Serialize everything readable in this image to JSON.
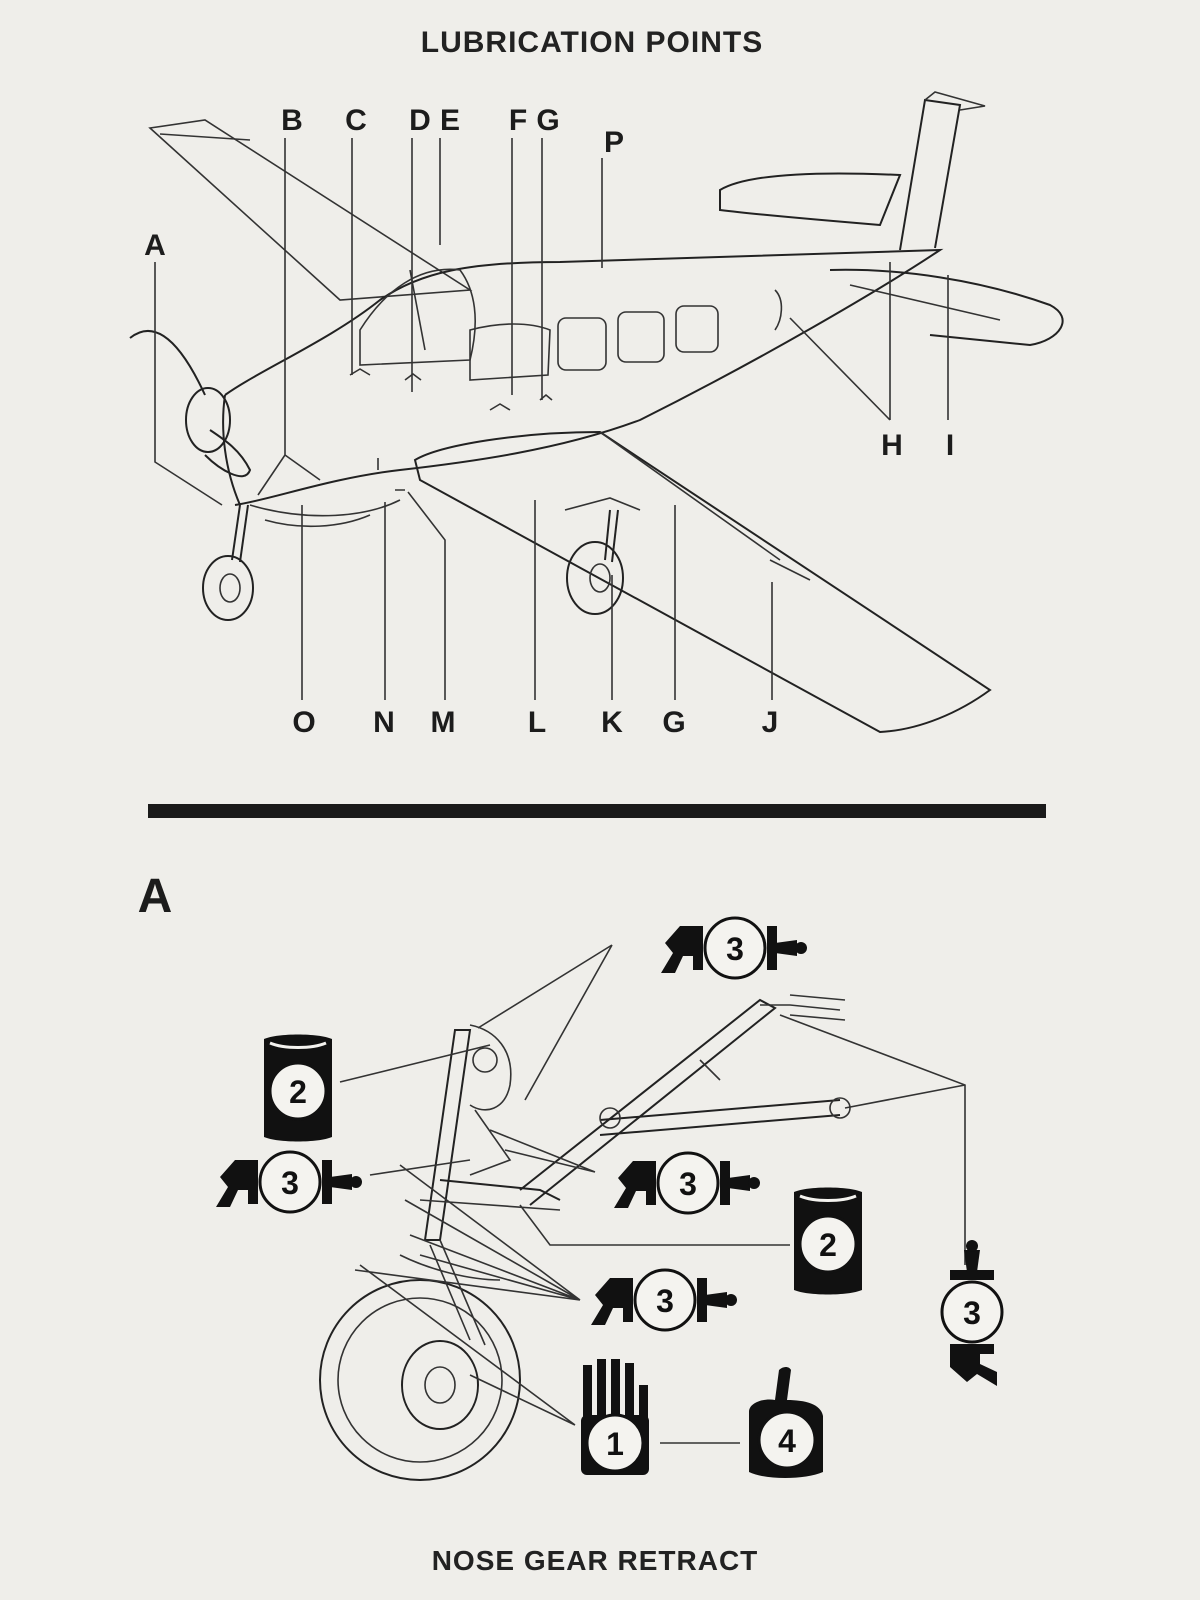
{
  "top_title": "LUBRICATION POINTS",
  "bottom_title": "NOSE GEAR RETRACT",
  "section_label": "A",
  "callouts_top": [
    "A",
    "B",
    "C",
    "D",
    "E",
    "F",
    "G",
    "P"
  ],
  "callouts_right": [
    "H",
    "I"
  ],
  "callouts_bottom": [
    "O",
    "N",
    "M",
    "L",
    "K",
    "G",
    "J"
  ],
  "lube_symbols": [
    {
      "id": "sym-3-top",
      "type": "3"
    },
    {
      "id": "sym-2-left",
      "type": "2"
    },
    {
      "id": "sym-3-left",
      "type": "3"
    },
    {
      "id": "sym-3-center",
      "type": "3"
    },
    {
      "id": "sym-2-right",
      "type": "2"
    },
    {
      "id": "sym-3-lower",
      "type": "3"
    },
    {
      "id": "sym-3-far-right",
      "type": "3"
    },
    {
      "id": "sym-1",
      "type": "1"
    },
    {
      "id": "sym-4",
      "type": "4"
    }
  ]
}
